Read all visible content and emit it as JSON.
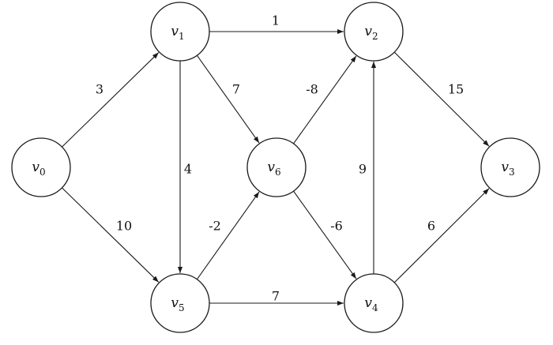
{
  "graph": {
    "nodes": [
      {
        "id": "v0",
        "base": "v",
        "sub": "0"
      },
      {
        "id": "v1",
        "base": "v",
        "sub": "1"
      },
      {
        "id": "v2",
        "base": "v",
        "sub": "2"
      },
      {
        "id": "v3",
        "base": "v",
        "sub": "3"
      },
      {
        "id": "v4",
        "base": "v",
        "sub": "4"
      },
      {
        "id": "v5",
        "base": "v",
        "sub": "5"
      },
      {
        "id": "v6",
        "base": "v",
        "sub": "6"
      }
    ],
    "edges": [
      {
        "from": "v0",
        "to": "v1",
        "weight": "3"
      },
      {
        "from": "v0",
        "to": "v5",
        "weight": "10"
      },
      {
        "from": "v1",
        "to": "v2",
        "weight": "1"
      },
      {
        "from": "v1",
        "to": "v6",
        "weight": "7"
      },
      {
        "from": "v1",
        "to": "v5",
        "weight": "4"
      },
      {
        "from": "v6",
        "to": "v2",
        "weight": "-8"
      },
      {
        "from": "v5",
        "to": "v6",
        "weight": "-2"
      },
      {
        "from": "v6",
        "to": "v4",
        "weight": "-6"
      },
      {
        "from": "v5",
        "to": "v4",
        "weight": "7"
      },
      {
        "from": "v4",
        "to": "v2",
        "weight": "9"
      },
      {
        "from": "v2",
        "to": "v3",
        "weight": "15"
      },
      {
        "from": "v4",
        "to": "v3",
        "weight": "6"
      }
    ]
  }
}
